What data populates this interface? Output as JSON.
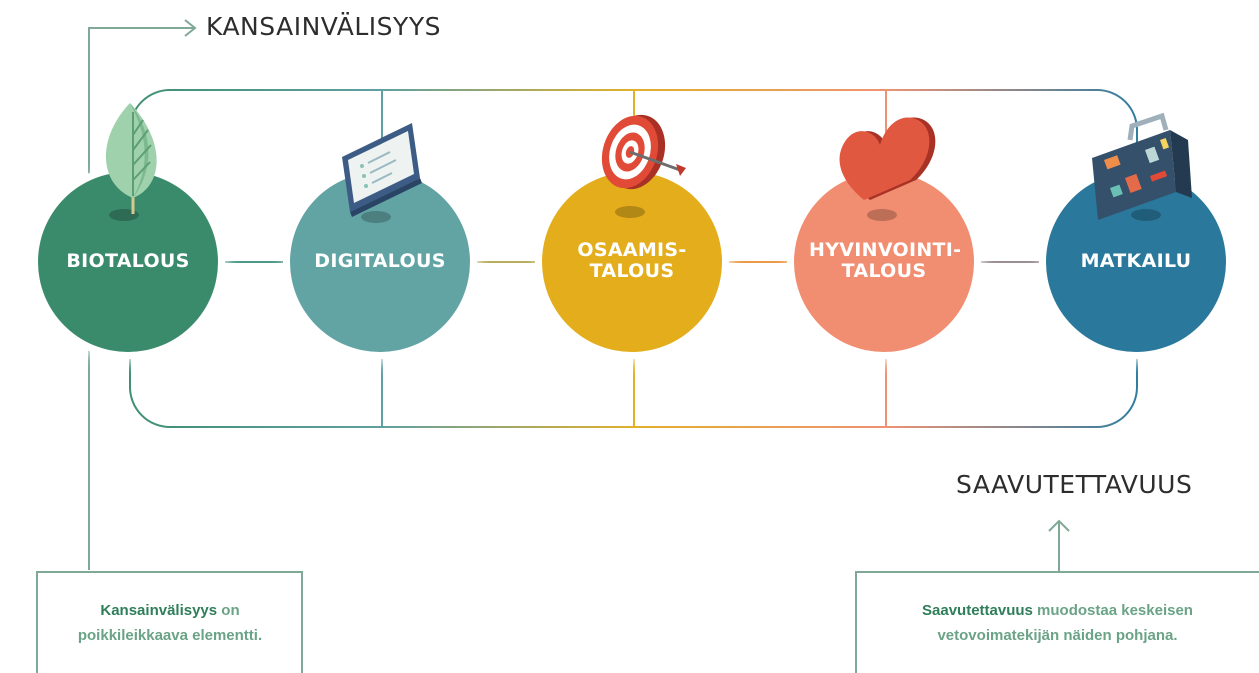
{
  "top_heading": "KANSAINVÄLISYYS",
  "bottom_heading": "SAAVUTETTAVUUS",
  "colors": {
    "connector": "#7fa896",
    "shadow": "#000000"
  },
  "sectors": [
    {
      "id": "biotalous",
      "label": "BIOTALOUS",
      "color": "#3a8a6c",
      "line_color": "#3f8f73",
      "icon": "leaf-icon"
    },
    {
      "id": "digitalous",
      "label": "DIGITALOUS",
      "color": "#62a3a4",
      "line_color": "#5fa0a2",
      "icon": "tablet-icon"
    },
    {
      "id": "osaamistalous",
      "label": "OSAAMIS-\nTALOUS",
      "color": "#e3ad1c",
      "line_color": "#e2b02a",
      "icon": "target-icon"
    },
    {
      "id": "hyvinvointitalous",
      "label": "HYVINVOINTI-\nTALOUS",
      "color": "#f18d70",
      "line_color": "#ef9273",
      "icon": "heart-icon"
    },
    {
      "id": "matkailu",
      "label": "MATKAILU",
      "color": "#2a789c",
      "line_color": "#2f7da0",
      "icon": "suitcase-icon"
    }
  ],
  "notes": {
    "left": {
      "strong": "Kansainvälisyys",
      "rest": " on\npoikkileikkaava elementti."
    },
    "right": {
      "strong": "Saavutettavuus",
      "rest": " muodostaa keskeisen\nvetovoimatekijän näiden pohjana."
    }
  }
}
